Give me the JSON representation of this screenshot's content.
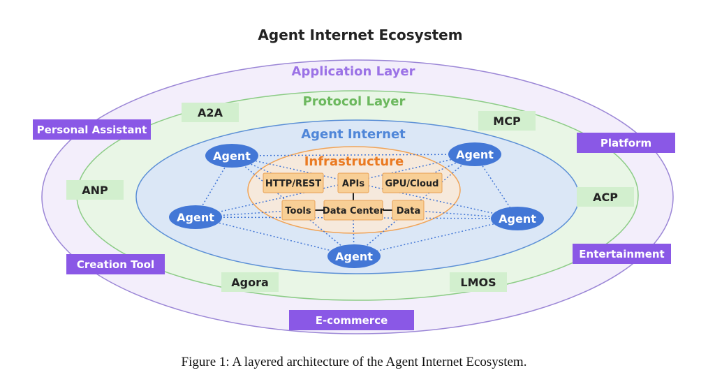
{
  "title": "Agent Internet Ecosystem",
  "caption": "Figure 1: A layered architecture of the Agent Internet Ecosystem.",
  "colors": {
    "application_fill": "#f3eefb",
    "application_stroke": "#9b86d6",
    "application_label": "#9b72e6",
    "app_box": "#8a58e6",
    "protocol_fill": "#e9f6e6",
    "protocol_stroke": "#8ccc86",
    "protocol_label": "#6cb85e",
    "protocol_box": "#d2efce",
    "agent_internet_fill": "#dbe7f6",
    "agent_internet_stroke": "#5b8fd6",
    "agent_internet_label": "#4f86d8",
    "agent_node": "#4377d6",
    "infra_fill": "#f6e9dc",
    "infra_stroke": "#f0a458",
    "infra_label": "#ea7a22",
    "infra_box_fill": "#f8cf96",
    "infra_box_stroke": "#e9a257"
  },
  "layers": {
    "application": "Application Layer",
    "protocol": "Protocol Layer",
    "agent_internet": "Agent Internet",
    "infrastructure": "Infrastructure"
  },
  "applications": [
    "Personal Assistant",
    "Platform",
    "Creation Tool",
    "Entertainment",
    "E-commerce"
  ],
  "protocols": [
    "A2A",
    "MCP",
    "ANP",
    "ACP",
    "Agora",
    "LMOS"
  ],
  "agents": [
    "Agent",
    "Agent",
    "Agent",
    "Agent",
    "Agent"
  ],
  "infrastructure_items": [
    "HTTP/REST",
    "APIs",
    "GPU/Cloud",
    "Tools",
    "Data Center",
    "Data"
  ]
}
